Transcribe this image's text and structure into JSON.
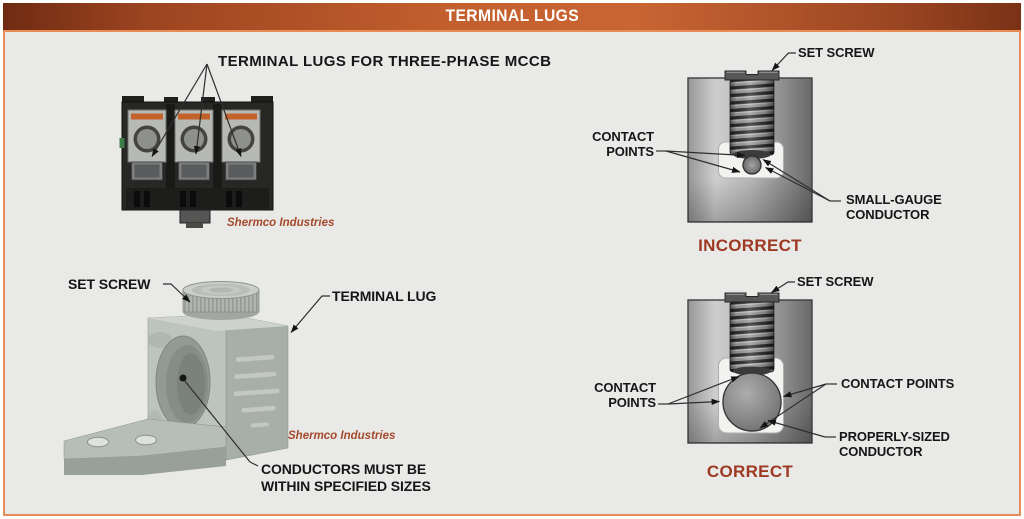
{
  "header": {
    "title": "TERMINAL LUGS"
  },
  "colors": {
    "header_gradient_center": "#c4602e",
    "header_gradient_edge": "#7a3216",
    "header_text": "#ffffff",
    "frame_border": "#e78b57",
    "content_background": "#e9e9e7",
    "label_text": "#161616",
    "credit_text": "#a54a2c",
    "verdict_text": "#9e3a23",
    "leader_line": "#2f2f2f"
  },
  "mccb_photo": {
    "label": "TERMINAL LUGS FOR THREE-PHASE MCCB",
    "credit": "Shermco Industries"
  },
  "lug_photo": {
    "set_screw_label": "SET SCREW",
    "terminal_lug_label": "TERMINAL LUG",
    "conductors_label": "CONDUCTORS MUST BE WITHIN SPECIFIED SIZES",
    "credit": "Shermco Industries"
  },
  "incorrect_diagram": {
    "set_screw_label": "SET SCREW",
    "contact_points_label": "CONTACT POINTS",
    "conductor_label": "SMALL-GAUGE CONDUCTOR",
    "verdict": "INCORRECT"
  },
  "correct_diagram": {
    "set_screw_label": "SET SCREW",
    "contact_points_left_label": "CONTACT POINTS",
    "contact_points_right_label": "CONTACT POINTS",
    "conductor_label": "PROPERLY-SIZED CONDUCTOR",
    "verdict": "CORRECT"
  }
}
